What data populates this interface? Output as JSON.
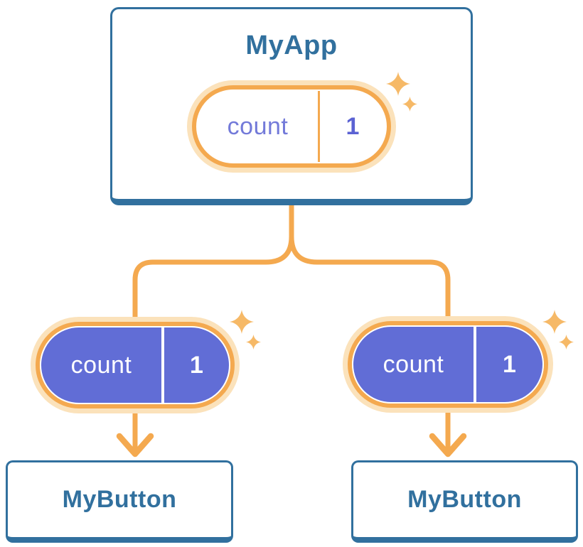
{
  "colors": {
    "blue": "#31709E",
    "orange": "#F4A94F",
    "pale_orange": "#FBE2BB",
    "sparkle_orange": "#F6B967",
    "purple": "#616DD6",
    "text_purple": "#737AD9",
    "value_purple": "#5B62D3"
  },
  "diagram": {
    "root": {
      "title": "MyApp",
      "state_pill": {
        "label": "count",
        "value": "1"
      }
    },
    "children": [
      {
        "pill": {
          "label": "count",
          "value": "1"
        },
        "card": {
          "title": "MyButton"
        }
      },
      {
        "pill": {
          "label": "count",
          "value": "1"
        },
        "card": {
          "title": "MyButton"
        }
      }
    ]
  }
}
